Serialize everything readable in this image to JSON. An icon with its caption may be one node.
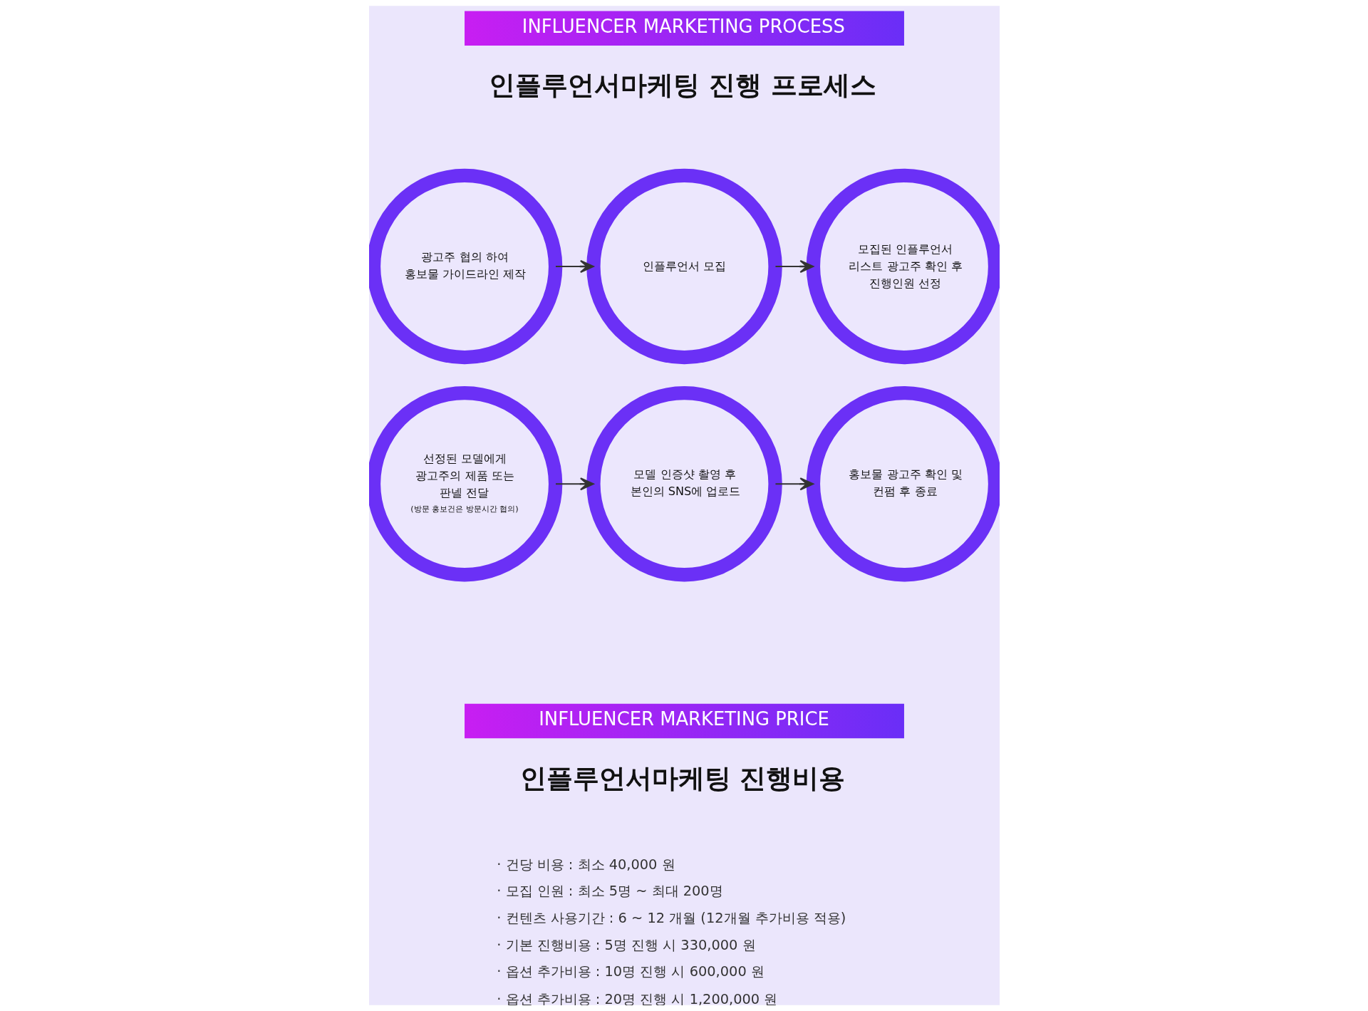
{
  "diagram": {
    "nodes": [
      {
        "text": [
          "INFLUENCER MARKETING PROCESS"
        ]
      },
      {
        "text": [
          "광고주 협의 하여 홍보물 가이드라인 제작"
        ]
      },
      {
        "text": [
          "인플루언서 모집"
        ]
      },
      {
        "text": [
          "모집된 인플루언서 리스트 광고주 확인 후 진행인원 선정"
        ]
      },
      {
        "text": [
          "선정된 모델에게 광고주의 제품 또는 판넬 전달",
          "(방문 홍보건은 방문시간 협의)"
        ]
      },
      {
        "text": [
          "모델 인증샷 촬영 후 본인의 SNS에 업로드"
        ]
      },
      {
        "text": [
          "홍보물 광고주 확인 및 컨펌 후 종료"
        ]
      },
      {
        "text": [
          "INFLUENCER MARKETING PRICE"
        ]
      }
    ],
    "edges": [
      {
        "from": 1,
        "to": 2,
        "arrow": "to"
      },
      {
        "from": 2,
        "to": 3,
        "arrow": "to"
      },
      {
        "from": 4,
        "to": 5,
        "arrow": "to"
      },
      {
        "from": 5,
        "to": 6,
        "arrow": "to"
      }
    ],
    "labels": [
      "인플루언서마케팅 진행 프로세스",
      "인플루언서마케팅 진행비용",
      "· 건당 비용 : 최소 40,000 원",
      "· 모집 인원 : 최소 5명 ~ 최대 200명",
      "· 컨텐츠 사용기간 : 6 ~ 12 개월 (12개월 추가비용 적용)",
      "· 기본 진행비용 : 5명 진행 시 330,000 원",
      "· 옵션 추가비용 : 10명 진행 시 600,000 원",
      "· 옵션 추가비용 : 20명 진행 시 1,200,000 원"
    ]
  }
}
